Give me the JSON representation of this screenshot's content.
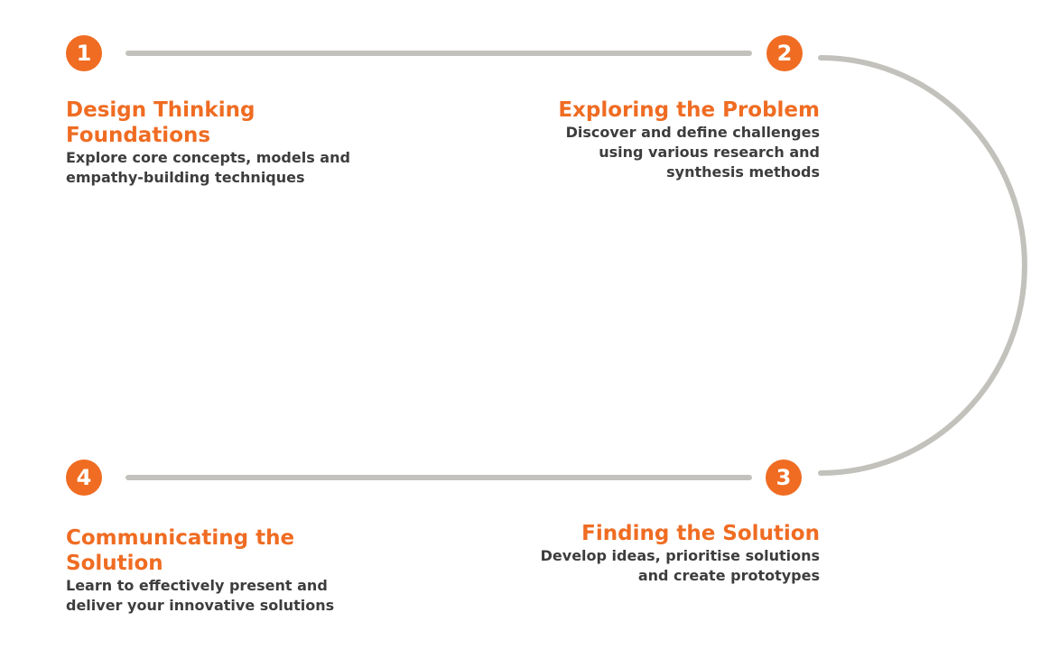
{
  "colors": {
    "accent": "#ef6c22",
    "track": "#c2c1bb",
    "text": "#3d3d3d"
  },
  "steps": [
    {
      "number": "1",
      "title": "Design Thinking Foundations",
      "description": "Explore core concepts, models and empathy-building techniques"
    },
    {
      "number": "2",
      "title": "Exploring the Problem",
      "description": "Discover and define challenges using various research and synthesis methods"
    },
    {
      "number": "3",
      "title": "Finding the Solution",
      "description": "Develop ideas, prioritise solutions and create prototypes"
    },
    {
      "number": "4",
      "title": "Communicating the Solution",
      "description": "Learn to effectively present and deliver your innovative solutions"
    }
  ]
}
